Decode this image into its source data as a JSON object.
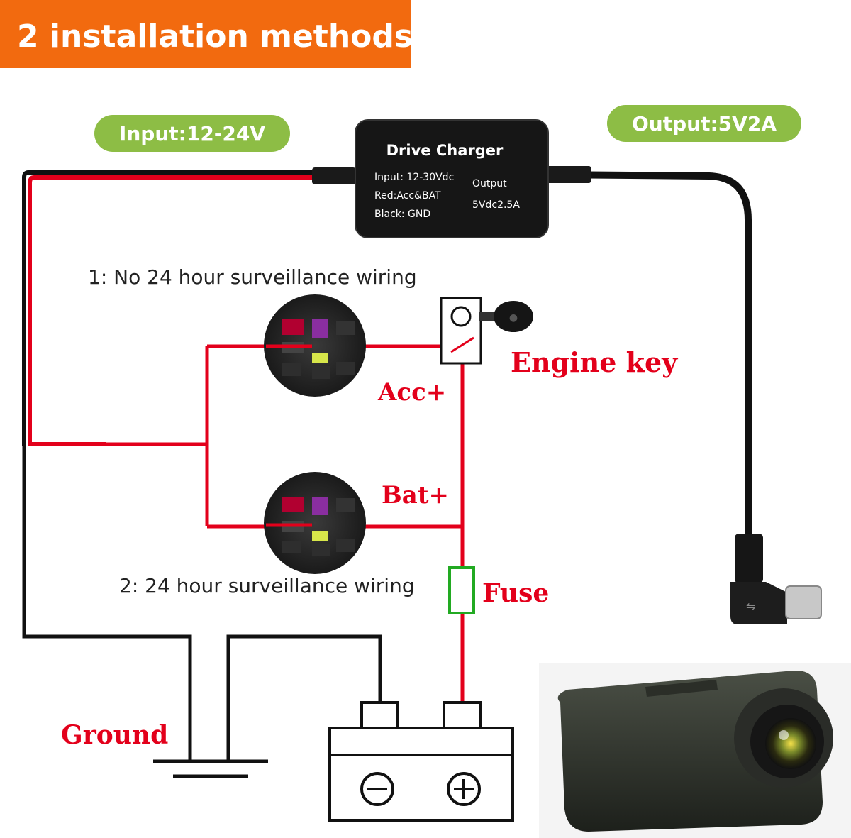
{
  "header": {
    "title": "2 installation methods"
  },
  "input_badge": {
    "label": "Input:12-24V"
  },
  "output_badge": {
    "label": "Output:5V2A"
  },
  "charger_box": {
    "title": "Drive Charger",
    "spec_input": "Input: 12-30Vdc",
    "spec_red": "Red:Acc&BAT",
    "spec_black": "Black: GND",
    "output_label": "Output",
    "output_value": "5Vdc2.5A"
  },
  "method_1": {
    "label": "1:  No 24 hour surveillance wiring"
  },
  "method_2": {
    "label": "2:  24 hour surveillance wiring"
  },
  "labels": {
    "engine_key": "Engine key",
    "acc": "Acc+",
    "bat": "Bat+",
    "fuse": "Fuse",
    "ground": "Ground"
  },
  "colors": {
    "banner": "#f26a0f",
    "badge": "#8dbd45",
    "wire_red": "#e3001b",
    "wire_black": "#111111",
    "fuse": "#22aa22"
  }
}
